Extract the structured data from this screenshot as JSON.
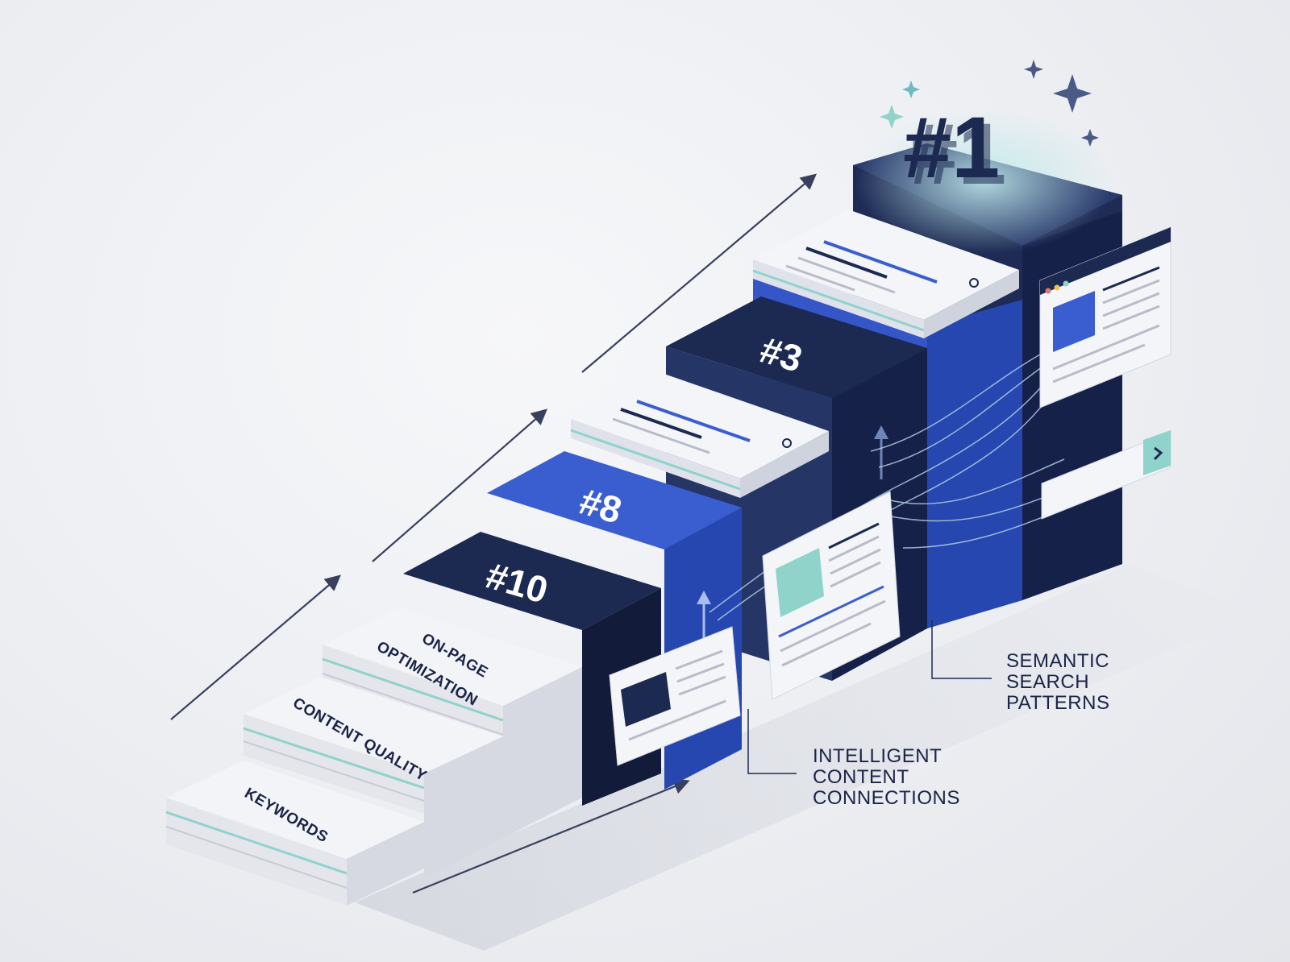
{
  "steps": {
    "keywords": "KEYWORDS",
    "content_quality": "CONTENT QUALITY",
    "on_page_line1": "ON-PAGE",
    "on_page_line2": "OPTIMIZATION"
  },
  "ranks": {
    "r10": "#10",
    "r8": "#8",
    "r3": "#3",
    "r1": "#1"
  },
  "callouts": {
    "intelligent": [
      "INTELLIGENT",
      "CONTENT",
      "CONNECTIONS"
    ],
    "semantic": [
      "SEMANTIC",
      "SEARCH",
      "PATTERNS"
    ]
  },
  "colors": {
    "navy": "#1c2a52",
    "navy_dark": "#121b3a",
    "blue": "#3a5ed0",
    "mint": "#8fd3cb",
    "paper": "#f3f4f7"
  },
  "icons": [
    "search-icon",
    "chevron-right-icon",
    "sparkle-icon",
    "arrow-up-icon"
  ]
}
